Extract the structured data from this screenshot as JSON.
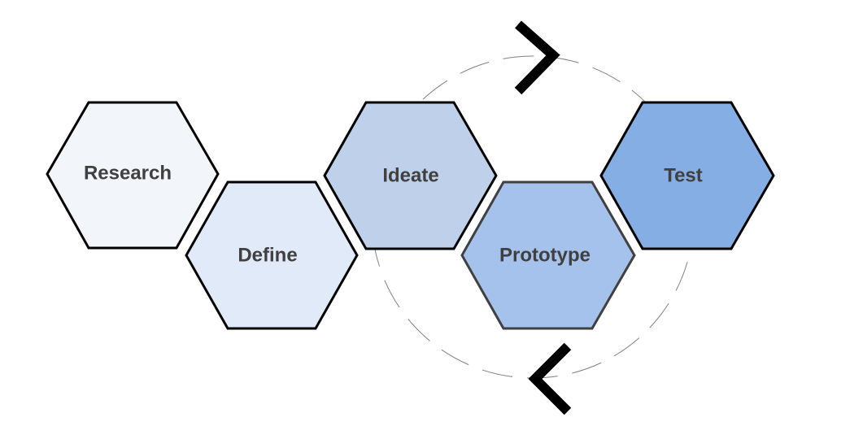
{
  "diagram": {
    "stages": [
      {
        "label": "Research",
        "fill": "#f2f5fa",
        "stroke": "#000000"
      },
      {
        "label": "Define",
        "fill": "#e0eaf8",
        "stroke": "#000000"
      },
      {
        "label": "Ideate",
        "fill": "#bfd1ea",
        "stroke": "#000000"
      },
      {
        "label": "Prototype",
        "fill": "#a5c2ec",
        "stroke": "#404040"
      },
      {
        "label": "Test",
        "fill": "#84aee4",
        "stroke": "#000000"
      }
    ],
    "text_color": "#404040",
    "cycle_stroke": "#808080",
    "arrow_color": "#000000"
  }
}
